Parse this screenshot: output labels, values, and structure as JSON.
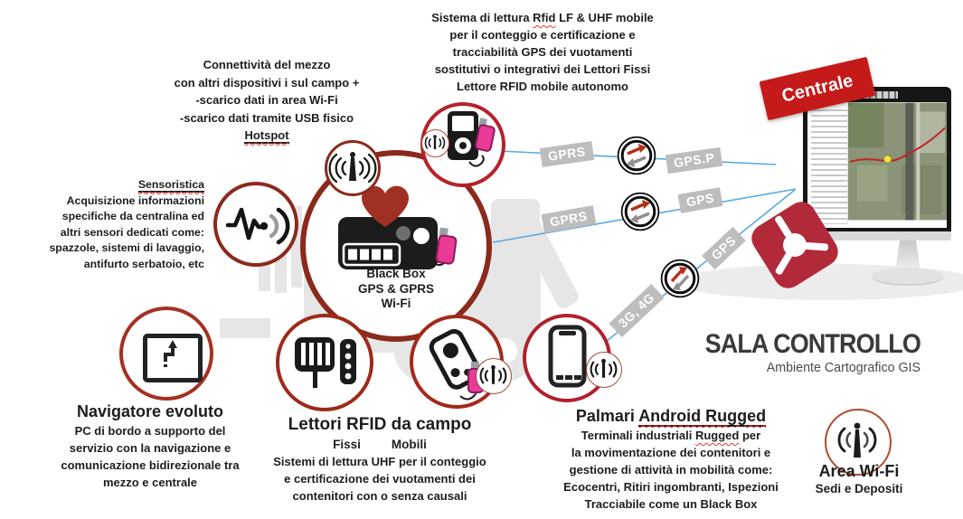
{
  "colors": {
    "circle_red": "#8a2a1c",
    "banner_red": "#c51a1a",
    "logo_red": "#b22a3a",
    "usb_pink": "#e83a96",
    "line_blue": "#57a9e2",
    "label_gray": "#bdbdbd",
    "heart_red": "#a03122",
    "watermark_gray": "#e6e6e6"
  },
  "top_note": {
    "l1a": "Sistema di lettura ",
    "l1b": "Rfid",
    "l1c": " LF & UHF mobile",
    "l2": "per il conteggio e certificazione e",
    "l3": "tracciabilità GPS dei vuotamenti",
    "l4": "sostitutivi o integrativi dei Lettori Fissi",
    "l5": "Lettore RFID mobile autonomo"
  },
  "connectivity": {
    "l1": "Connettività del mezzo",
    "l2": "con altri dispositivi i sul campo +",
    "l3": "-scarico dati in area Wi-Fi",
    "l4": "-scarico dati tramite USB fisico",
    "l5": "Hotspot"
  },
  "sensors": {
    "title": "Sensoristica",
    "l1": "Acquisizione informazioni",
    "l2": "specifiche da centralina ed",
    "l3": "altri sensori dedicati come:",
    "l4": "spazzole, sistemi di lavaggio,",
    "l5": "antifurto serbatoio, etc"
  },
  "black_box": {
    "l1": "Black Box",
    "l2": "GPS & GPRS",
    "l3": "Wi-Fi"
  },
  "central_banner": {
    "label": "Centrale"
  },
  "links": {
    "l1a": "GPRS",
    "l1b": "GPS.P",
    "l2a": "GPRS",
    "l2b": "GPS",
    "l3a": "3G, 4G",
    "l3b": "GPS"
  },
  "control_room": {
    "title": "SALA CONTROLLO",
    "subtitle": "Ambiente Cartografico GIS"
  },
  "navigator": {
    "title": "Navigatore evoluto",
    "l1": "PC di bordo a supporto del",
    "l2": "servizio con la navigazione e",
    "l3": "comunicazione bidirezionale tra",
    "l4": "mezzo e centrale"
  },
  "field_readers": {
    "title": "Lettori RFID da campo",
    "sub1": "Fissi",
    "sub2": "Mobili",
    "l1": "Sistemi di lettura UHF per il conteggio",
    "l2": "e certificazione dei vuotamenti dei",
    "l3": "contenitori con o senza causali"
  },
  "handhelds": {
    "title_pre": "Palmari ",
    "title_wavy": "Android Rugged",
    "l1a": "Terminali industriali ",
    "l1b": "Rugged",
    "l1c": " per",
    "l2": "la movimentazione dei contenitori e",
    "l3": "gestione di attività in mobilità come:",
    "l4": "Ecocentri, Ritiri ingombranti, Ispezioni",
    "l5": "Tracciabile come un Black Box"
  },
  "area_wifi": {
    "title": "Area Wi-Fi",
    "subtitle": "Sedi e Depositi"
  },
  "icons": {
    "antenna": "signal-antenna",
    "pulse": "sensor-pulse-wave",
    "sync": "two-way-sync-arrows",
    "heart": "heart",
    "usb": "pink-usb-dongle",
    "navigator": "screen-with-route-arrow",
    "fixed_reader": "rfid-gate-antenna",
    "mobile_reader": "handheld-rfid-reader",
    "smartphone": "rugged-smartphone",
    "monitor": "gis-map-monitor",
    "logo": "red-rotated-square-logo",
    "watermark": "garbage-truck-silhouette"
  }
}
